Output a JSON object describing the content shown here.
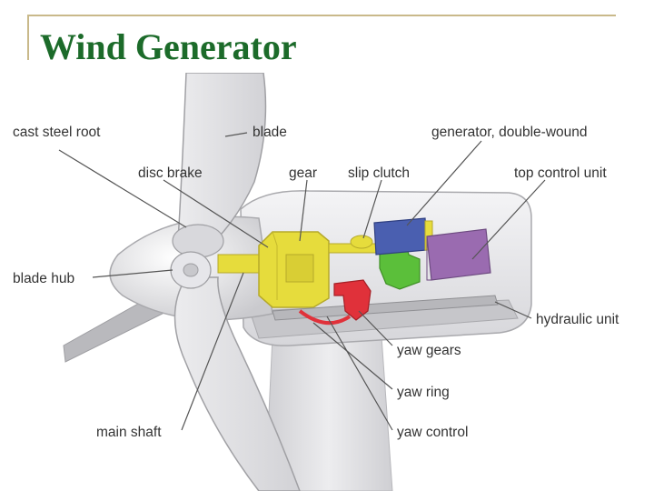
{
  "title": "Wind Generator",
  "labels": {
    "cast_steel_root": "cast steel root",
    "blade": "blade",
    "generator": "generator, double-wound",
    "disc_brake": "disc brake",
    "gear": "gear",
    "slip_clutch": "slip clutch",
    "top_control_unit": "top control unit",
    "blade_hub": "blade hub",
    "hydraulic_unit": "hydraulic unit",
    "yaw_gears": "yaw gears",
    "yaw_ring": "yaw ring",
    "main_shaft": "main shaft",
    "yaw_control": "yaw control"
  },
  "colors": {
    "title": "#1c6b2a",
    "frame": "#c9b98a",
    "gear": "#e6dc3c",
    "generator": "#4a5fb0",
    "control_unit": "#9a6bb0",
    "slip_clutch_motor": "#5bbf3a",
    "yaw_parts": "#e0313a",
    "housing": "#e6e6e8"
  }
}
